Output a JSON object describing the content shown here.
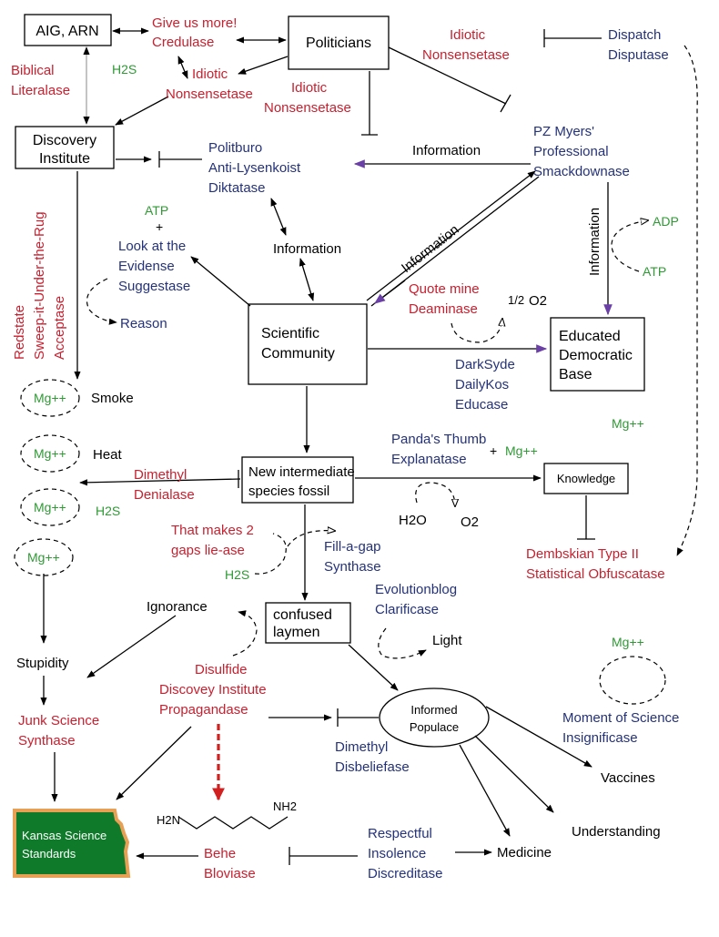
{
  "nodes": {
    "aig_arn": "AIG, ARN",
    "politicians": "Politicians",
    "discovery_institute": [
      "Discovery",
      "Institute"
    ],
    "scientific_community": [
      "Scientific",
      "Community"
    ],
    "educated_base": [
      "Educated",
      "Democratic",
      "Base"
    ],
    "new_fossil": [
      "New intermediate",
      "species fossil"
    ],
    "knowledge": "Knowledge",
    "confused_laymen": [
      "confused",
      "laymen"
    ],
    "informed_populace": [
      "Informed",
      "Populace"
    ],
    "kansas": [
      "Kansas Science",
      "Standards"
    ]
  },
  "enzymes": {
    "give_us_more": [
      "Give us more!",
      "Credulase"
    ],
    "idiotic_1": [
      "Idiotic",
      "Nonsensetase"
    ],
    "idiotic_2": [
      "Idiotic",
      "Nonsensetase"
    ],
    "idiotic_3": [
      "Idiotic",
      "Nonsensetase"
    ],
    "biblical": [
      "Biblical",
      "Literalase"
    ],
    "dispatch": [
      "Dispatch",
      "Disputase"
    ],
    "politburo": [
      "Politburo",
      "Anti-Lysenkoist",
      "Diktatase"
    ],
    "pz_myers": [
      "PZ Myers'",
      "Professional",
      "Smackdownase"
    ],
    "look_evidense": [
      "Look at the",
      "Evidense",
      "Suggestase"
    ],
    "redstate": [
      "Redstate",
      "Sweep-it-Under-the-Rug",
      "Acceptase"
    ],
    "quote_mine": [
      "Quote mine",
      "Deaminase"
    ],
    "darksyde": [
      "DarkSyde",
      "DailyKos",
      "Educase"
    ],
    "pandas_thumb": [
      "Panda's Thumb",
      "Explanatase"
    ],
    "dimethyl_denialase": [
      "Dimethyl",
      "Denialase"
    ],
    "two_gaps": [
      "That makes 2",
      "gaps lie-ase"
    ],
    "fill_a_gap": [
      "Fill-a-gap",
      "Synthase"
    ],
    "dembskian": [
      "Dembskian Type II",
      "Statistical Obfuscatase"
    ],
    "evolutionblog": [
      "Evolutionblog",
      "Clarificase"
    ],
    "disulfide": [
      "Disulfide",
      "Discovey Institute",
      "Propagandase"
    ],
    "junk_science": [
      "Junk Science",
      "Synthase"
    ],
    "moment_of_science": [
      "Moment of Science",
      "Insignificase"
    ],
    "dimethyl_disbeliefase": [
      "Dimethyl",
      "Disbeliefase"
    ],
    "respectful_insolence": [
      "Respectful",
      "Insolence",
      "Discreditase"
    ],
    "behe": [
      "Behe",
      "Bloviase"
    ]
  },
  "labels": {
    "information": "Information",
    "smoke": "Smoke",
    "heat": "Heat",
    "reason": "Reason",
    "ignorance": "Ignorance",
    "stupidity": "Stupidity",
    "light": "Light",
    "vaccines": "Vaccines",
    "understanding": "Understanding",
    "medicine": "Medicine"
  },
  "chemicals": {
    "h2s": "H2S",
    "atp": "ATP",
    "plus": "+",
    "adp": "ADP",
    "mg": "Mg++",
    "half": "1/2",
    "o2": "O2",
    "h2o": "H2O",
    "h2n": "H2N",
    "nh2": "NH2"
  },
  "colors": {
    "enzyme_red": "#c8202f",
    "enzyme_blue": "#24327a",
    "chemical_green": "#2f9a35",
    "information_arrow": "#6a3fa6",
    "kansas_green": "#0f7a2a",
    "kansas_border": "#e8a055",
    "propaganda_arrow": "#d02020"
  }
}
